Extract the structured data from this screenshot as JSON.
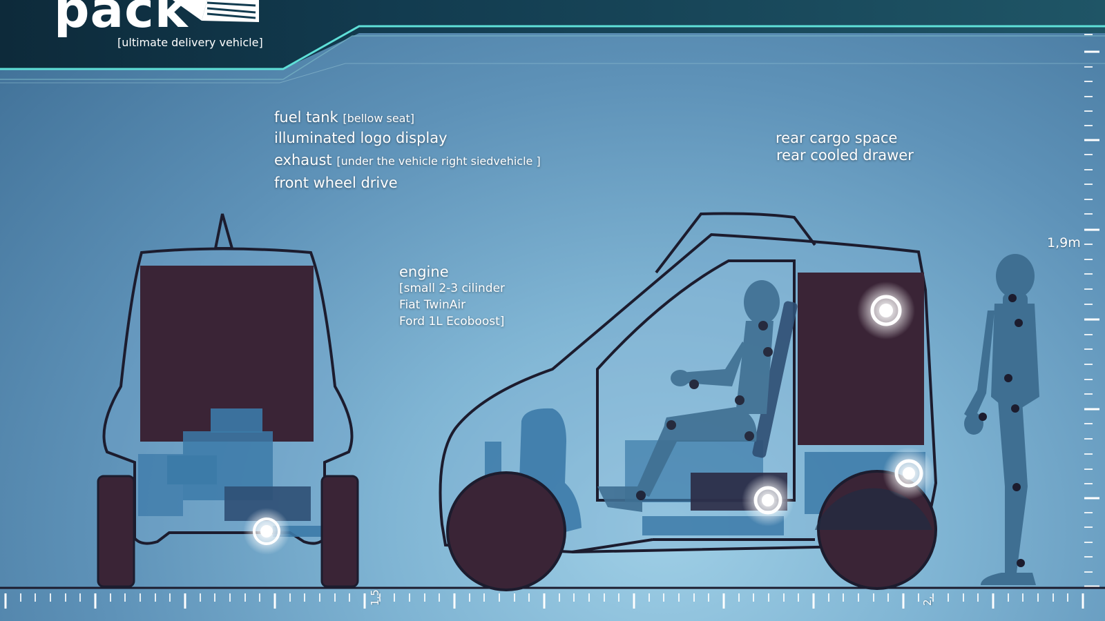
{
  "brand": {
    "logo": "pack",
    "subtitle": "[ultimate delivery vehicle]"
  },
  "labels": {
    "fuel_tank": "fuel tank",
    "fuel_tank_note": "[bellow seat]",
    "logo_display": "illuminated logo display",
    "exhaust": "exhaust",
    "exhaust_note": "[under the vehicle right siedvehicle ]",
    "front_wheel_drive": "front wheel drive",
    "cargo_space": "rear cargo space",
    "cooled_drawer": "rear cooled drawer",
    "engine_title": "engine",
    "engine_line1": "[small 2-3 cilinder",
    "engine_line2": "Fiat TwinAir",
    "engine_line3": "Ford 1L Ecoboost]"
  },
  "scale": {
    "height_marker": "1,9m",
    "ruler_mark_1": "1,5",
    "ruler_mark_2": "2,"
  },
  "colors": {
    "outline": "#1c1c2e",
    "body_dark": "#3a2436",
    "component_blue": "#3c7aa8",
    "figure": "#3f6f92"
  }
}
